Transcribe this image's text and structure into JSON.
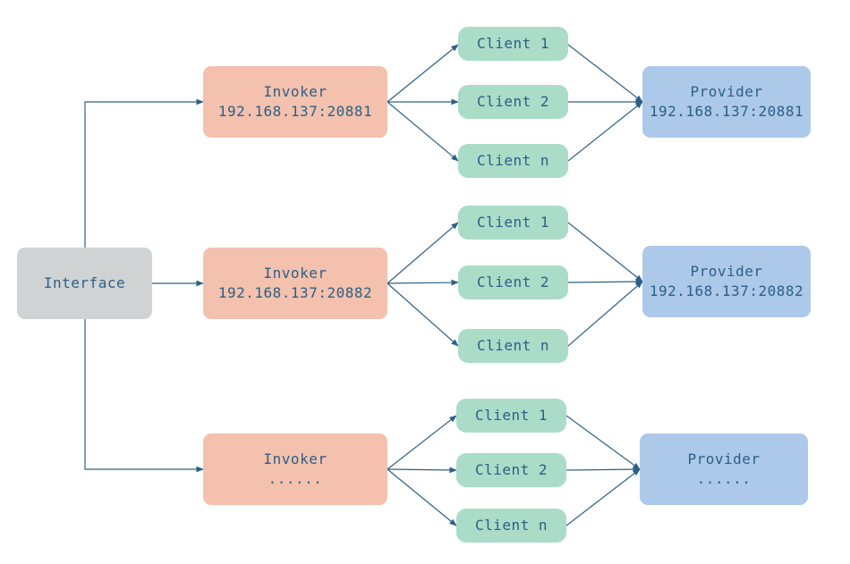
{
  "colors": {
    "interface": "#cfd3d4",
    "invoker": "#f3c1ad",
    "client": "#aadcc8",
    "provider": "#adc9e9",
    "text": "#2c5f86",
    "edge": "#2e5f86"
  },
  "interface": {
    "label": "Interface"
  },
  "groups": [
    {
      "invoker": {
        "title": "Invoker",
        "address": "192.168.137:20881"
      },
      "clients": [
        "Client 1",
        "Client 2",
        "Client n"
      ],
      "provider": {
        "title": "Provider",
        "address": "192.168.137:20881"
      }
    },
    {
      "invoker": {
        "title": "Invoker",
        "address": "192.168.137:20882"
      },
      "clients": [
        "Client 1",
        "Client 2",
        "Client n"
      ],
      "provider": {
        "title": "Provider",
        "address": "192.168.137:20882"
      }
    },
    {
      "invoker": {
        "title": "Invoker",
        "address": "......"
      },
      "clients": [
        "Client 1",
        "Client 2",
        "Client n"
      ],
      "provider": {
        "title": "Provider",
        "address": "......"
      }
    }
  ]
}
